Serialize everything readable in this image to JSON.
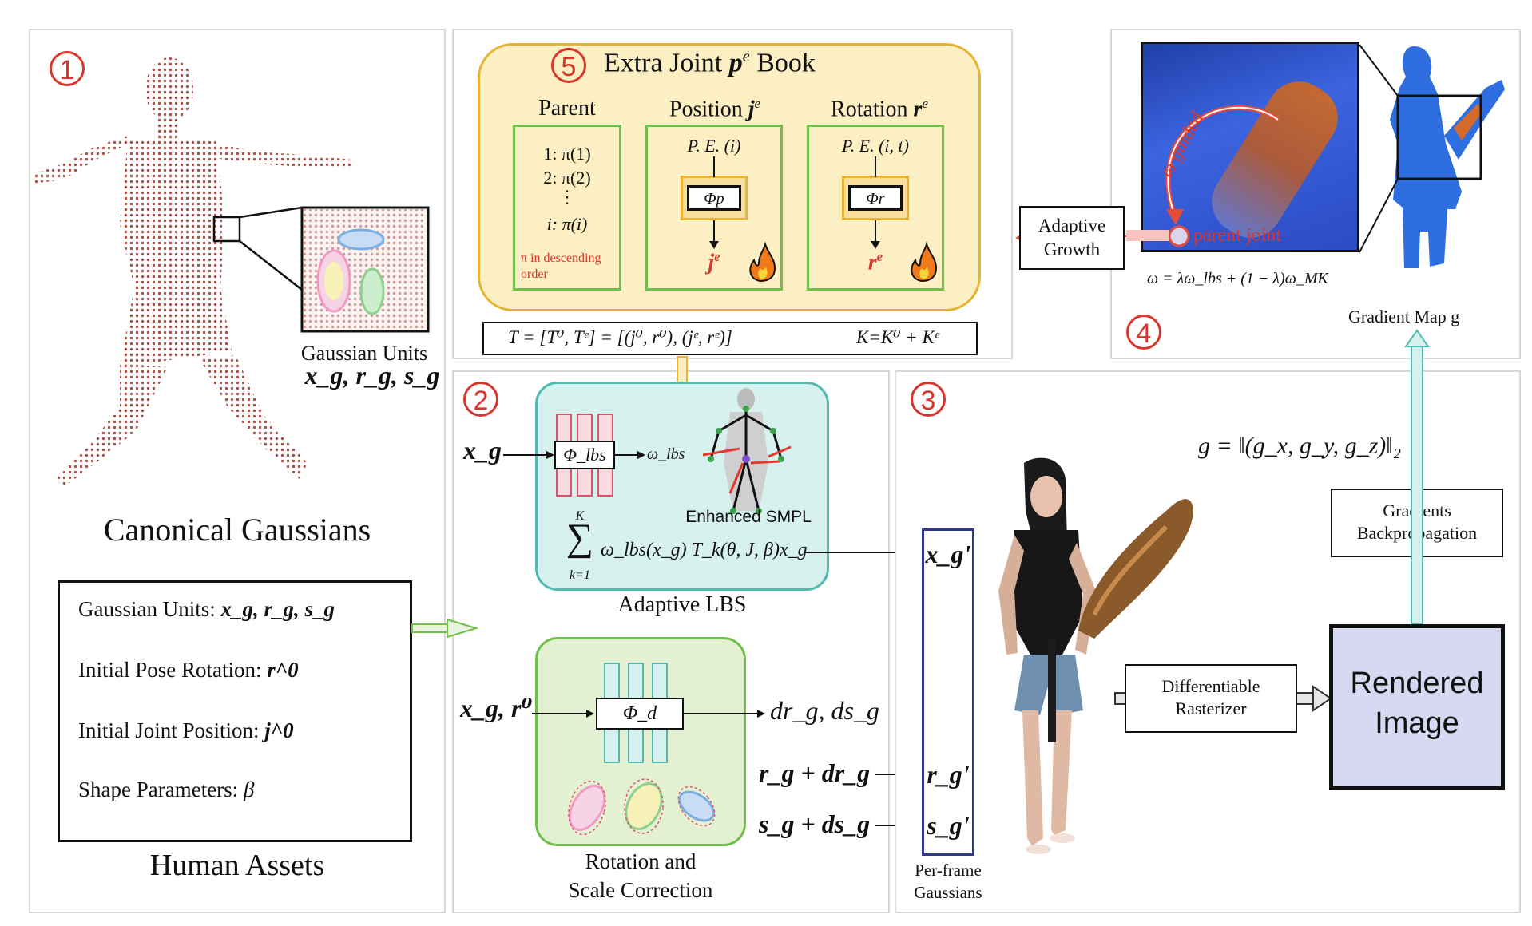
{
  "panel1": {
    "number": "1",
    "title": "Canonical Gaussians",
    "gaussian_units_label": "Gaussian Units",
    "gaussian_units_symbols": "x_g, r_g, s_g",
    "assets_items": [
      {
        "label": "Gaussian Units:",
        "value": "x_g, r_g, s_g"
      },
      {
        "label": "Initial Pose Rotation:",
        "value": "r^0"
      },
      {
        "label": "Initial Joint Position:",
        "value": "j^0"
      },
      {
        "label": "Shape Parameters:",
        "value": "β"
      }
    ],
    "assets_title": "Human Assets"
  },
  "panel5": {
    "number": "5",
    "title_prefix": "Extra Joint",
    "title_symbol": "p",
    "title_sup": "e",
    "title_suffix": "Book",
    "col_parent": "Parent",
    "col_position": "Position",
    "col_position_sym": "j",
    "col_rotation": "Rotation",
    "col_rotation_sym": "r",
    "parent_lines": [
      "1: π(1)",
      "2: π(2)",
      "⋮",
      "i: π(i)"
    ],
    "parent_note": "π in descending order",
    "pos_input": "P. E. (i)",
    "pos_net": "Φp",
    "pos_output": "j",
    "rot_input": "P. E. (i, t)",
    "rot_net": "Φr",
    "rot_output": "r",
    "sup_e": "e",
    "eq_T": "T = [T⁰, Tᵉ] = [(j⁰, r⁰), (jᵉ, rᵉ)]",
    "eq_K": "K=K⁰ + Kᵉ"
  },
  "panel4": {
    "number": "4",
    "adaptive_growth": "Adaptive Growth",
    "omega_guided": "ω guided",
    "parent_joint": "parent joint",
    "omega_eq": "ω = λω_lbs + (1 − λ)ω_MK",
    "gradient_map": "Gradient Map g"
  },
  "panel2": {
    "number": "2",
    "input_xg": "x_g",
    "net_lbs": "Φ_lbs",
    "omega_lbs": "ω_lbs",
    "smpl_label": "Enhanced SMPL",
    "sum_upper": "K",
    "sum_lower": "k=1",
    "sum_expr": "ω_lbs(x_g) T_k(θ, J, β)x_g",
    "adaptive_lbs": "Adaptive LBS",
    "input_xr": "x_g, r⁰",
    "net_d": "Φ_d",
    "output_d": "dr_g, ds_g",
    "eq_r": "r_g + dr_g",
    "eq_s": "s_g + ds_g",
    "correction_title_1": "Rotation and",
    "correction_title_2": "Scale Correction"
  },
  "panel3": {
    "number": "3",
    "per_frame": [
      "x_g'",
      "r_g'",
      "s_g'"
    ],
    "per_frame_label_1": "Per-frame",
    "per_frame_label_2": "Gaussians",
    "gradient_eq": "g = ‖(g_x, g_y, g_z)‖₂",
    "backprop_1": "Gradients",
    "backprop_2": "Backpropagation",
    "rasterizer_1": "Differentiable",
    "rasterizer_2": "Rasterizer",
    "rendered_1": "Rendered",
    "rendered_2": "Image"
  },
  "colors": {
    "accent_red": "#d8362b",
    "yellow_fill": "#fdefc4",
    "yellow_border": "#e7b431",
    "green_border": "#6fbf4a",
    "teal_fill": "#d7f1ef",
    "teal_border": "#52b9b0",
    "green_fill": "#e3f0d2",
    "navy": "#2f3a8f",
    "rendered_fill": "#d6d9f1"
  }
}
